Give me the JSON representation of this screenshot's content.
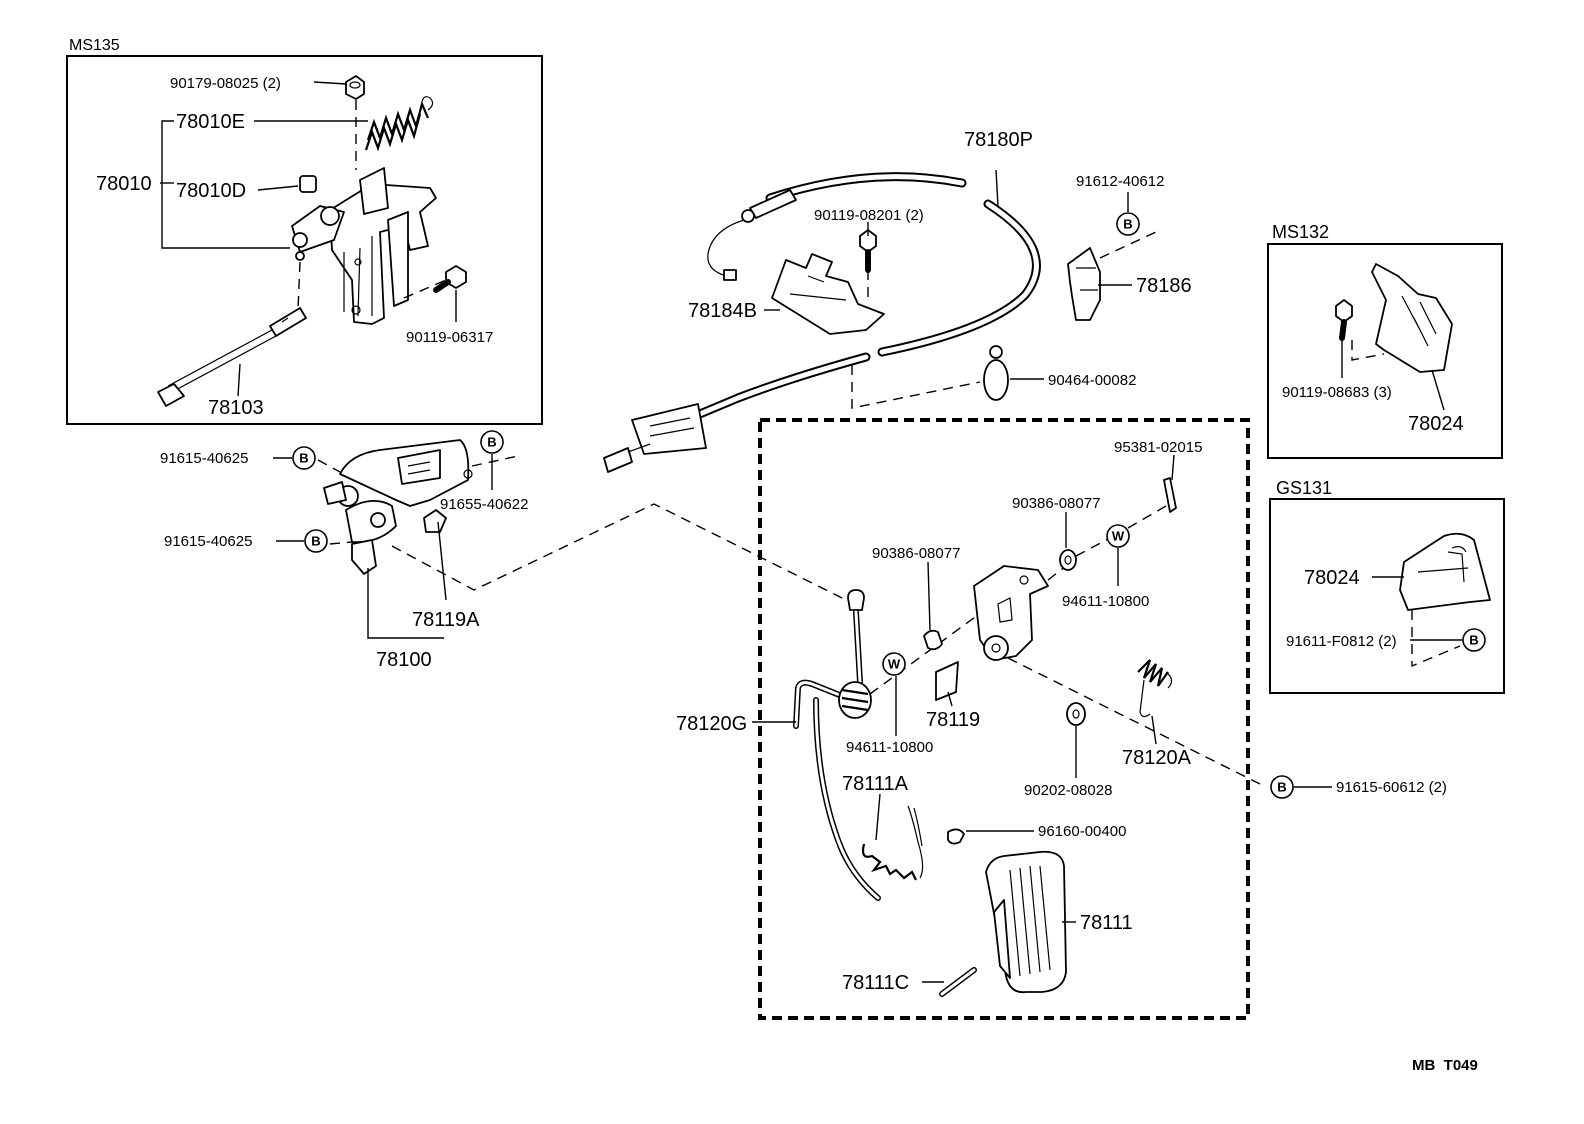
{
  "groups": {
    "ms135": "MS135",
    "ms132": "MS132",
    "gs131": "GS131"
  },
  "markers": {
    "b": "B",
    "w": "W"
  },
  "labels": {
    "p90179_08025": "90179-08025 (2)",
    "p78010e": "78010E",
    "p78010": "78010",
    "p78010d": "78010D",
    "p90119_06317": "90119-06317",
    "p78103": "78103",
    "p91615_40625_a": "91615-40625",
    "p91655_40622": "91655-40622",
    "p91615_40625_b": "91615-40625",
    "p78119a": "78119A",
    "p78100": "78100",
    "p78180p": "78180P",
    "p90119_08201": "90119-08201 (2)",
    "p78184b": "78184B",
    "p91612_40612": "91612-40612",
    "p78186": "78186",
    "p90464_00082": "90464-00082",
    "p95381_02015": "95381-02015",
    "p90386_08077_a": "90386-08077",
    "p90386_08077_b": "90386-08077",
    "p94611_10800_a": "94611-10800",
    "p94611_10800_b": "94611-10800",
    "p78120g": "78120G",
    "p78119": "78119",
    "p78120a": "78120A",
    "p90202_08028": "90202-08028",
    "p91615_60612": "91615-60612 (2)",
    "p78111a": "78111A",
    "p96160_00400": "96160-00400",
    "p78111": "78111",
    "p78111c": "78111C",
    "p90119_08683": "90119-08683 (3)",
    "p78024_a": "78024",
    "p78024_b": "78024",
    "p91611_f0812": "91611-F0812 (2)"
  },
  "footer": {
    "code": "MB  T049"
  }
}
